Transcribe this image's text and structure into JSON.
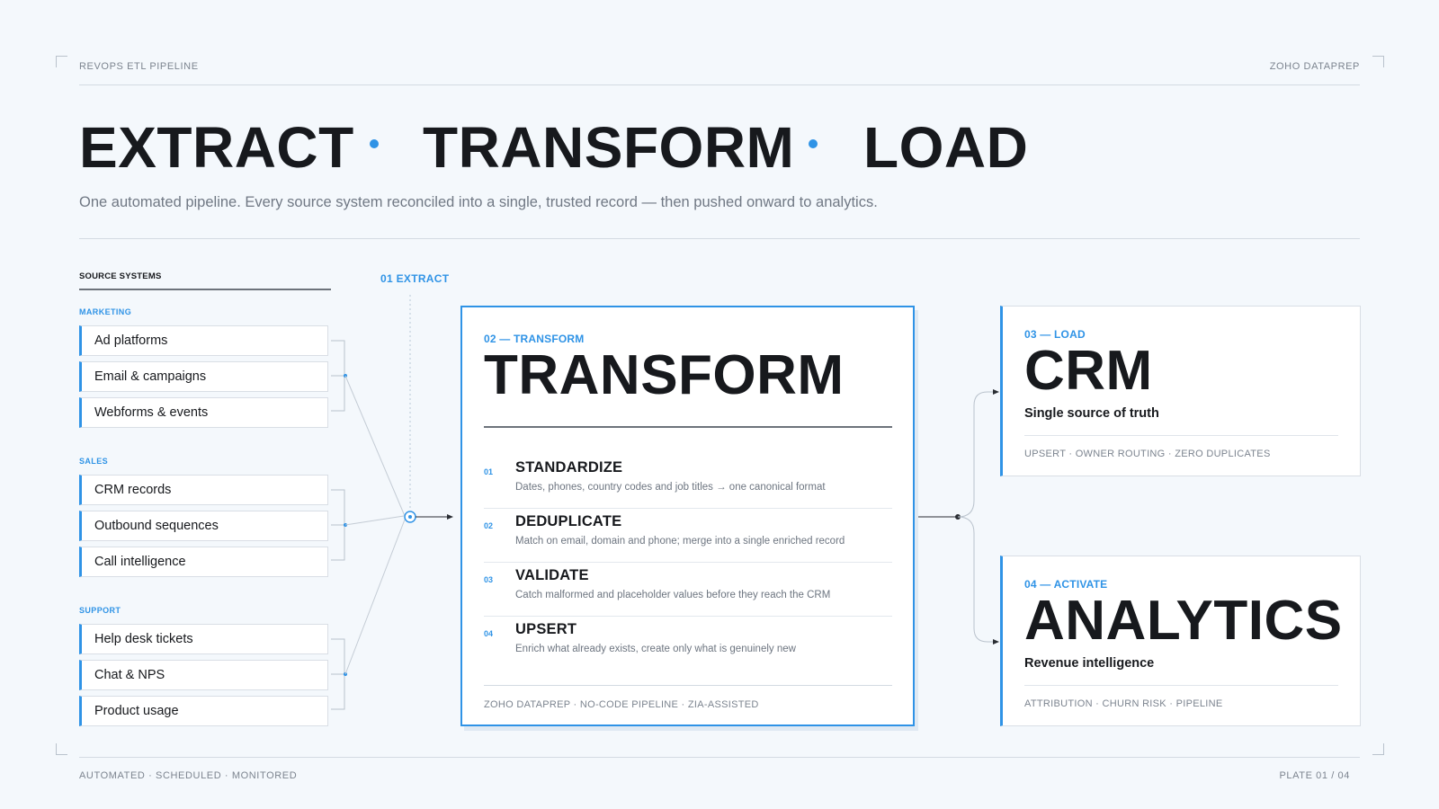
{
  "header": {
    "left_label": "REVOPS ETL PIPELINE",
    "right_label": "ZOHO DATAPREP"
  },
  "hero": {
    "words": [
      "EXTRACT",
      "TRANSFORM",
      "LOAD"
    ],
    "subtitle": "One automated pipeline. Every source system reconciled into a single, trusted record — then pushed onward to analytics."
  },
  "sources": {
    "header": "SOURCE SYSTEMS",
    "groups": [
      {
        "label": "MARKETING",
        "items": [
          "Ad platforms",
          "Email & campaigns",
          "Webforms & events"
        ]
      },
      {
        "label": "SALES",
        "items": [
          "CRM records",
          "Outbound sequences",
          "Call intelligence"
        ]
      },
      {
        "label": "SUPPORT",
        "items": [
          "Help desk tickets",
          "Chat & NPS",
          "Product usage"
        ]
      }
    ]
  },
  "extract": {
    "label": "01 EXTRACT"
  },
  "transform": {
    "kicker": "02 — TRANSFORM",
    "title": "TRANSFORM",
    "steps": [
      {
        "num": "01",
        "title": "STANDARDIZE",
        "desc": "Dates, phones, country codes and job titles → one canonical format"
      },
      {
        "num": "02",
        "title": "DEDUPLICATE",
        "desc": "Match on email, domain and phone; merge into a single enriched record"
      },
      {
        "num": "03",
        "title": "VALIDATE",
        "desc": "Catch malformed and placeholder values before they reach the CRM"
      },
      {
        "num": "04",
        "title": "UPSERT",
        "desc": "Enrich what already exists, create only what is genuinely new"
      }
    ],
    "footer": "ZOHO DATAPREP · NO-CODE PIPELINE · ZIA-ASSISTED"
  },
  "outputs": [
    {
      "kicker": "03 — LOAD",
      "title": "CRM",
      "subtitle": "Single source of truth",
      "footer": "UPSERT · OWNER ROUTING · ZERO DUPLICATES"
    },
    {
      "kicker": "04 — ACTIVATE",
      "title": "ANALYTICS",
      "subtitle": "Revenue intelligence",
      "footer": "ATTRIBUTION · CHURN RISK · PIPELINE"
    }
  ],
  "footer": {
    "left_label": "AUTOMATED · SCHEDULED · MONITORED",
    "right_label": "PLATE 01 / 04"
  },
  "colors": {
    "accent": "#2f93e6",
    "background": "#f4f8fc",
    "ink": "#17191d"
  }
}
